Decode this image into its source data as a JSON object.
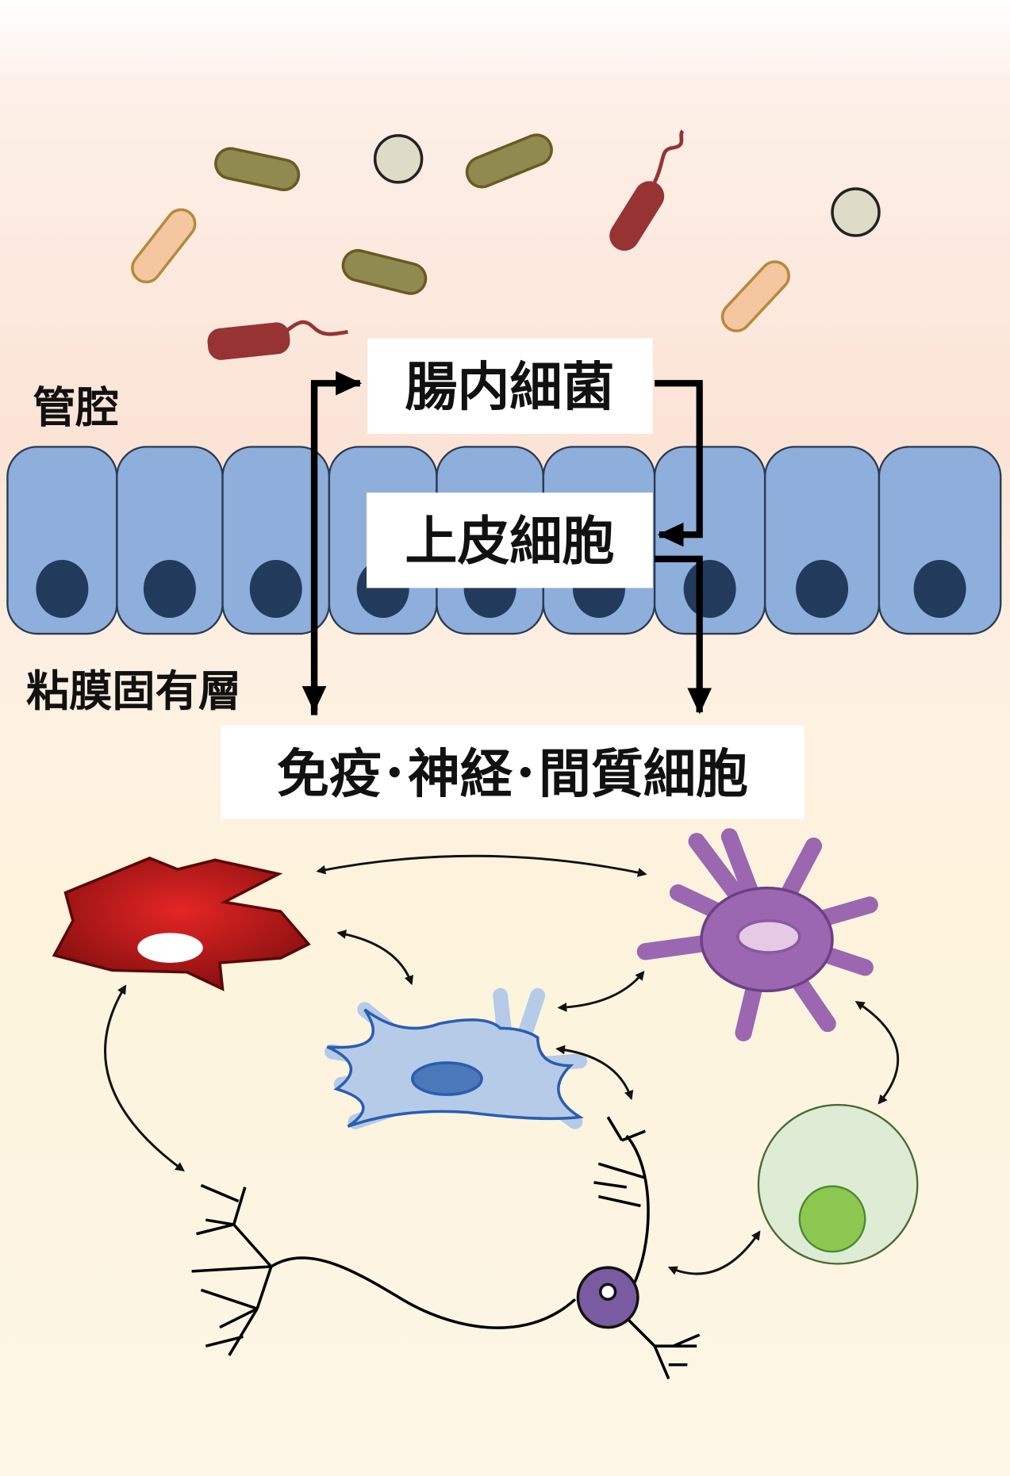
{
  "labels": {
    "lumen": "管腔",
    "lamina_propria": "粘膜固有層",
    "gut_bacteria": "腸内細菌",
    "epithelial_cells": "上皮細胞",
    "immune_neural_stromal_cells": "免疫･神経･間質細胞"
  },
  "colors": {
    "lumen_bg": "#fbe3d6",
    "lamina_bg": "#fdf3dc",
    "epithelium": "#8eaedb",
    "nucleus": "#223a5c",
    "rod_olive": "#8f8a4f",
    "rod_peach": "#f4c7a1",
    "rod_red": "#973333",
    "coccus": "#dedbc6",
    "red_cell": "#cf1f1f",
    "purple_cell": "#9a67b0",
    "blue_cell": "#b5cbe8",
    "green_cell": "#deecd6",
    "neuron": "#7a5aa0"
  }
}
